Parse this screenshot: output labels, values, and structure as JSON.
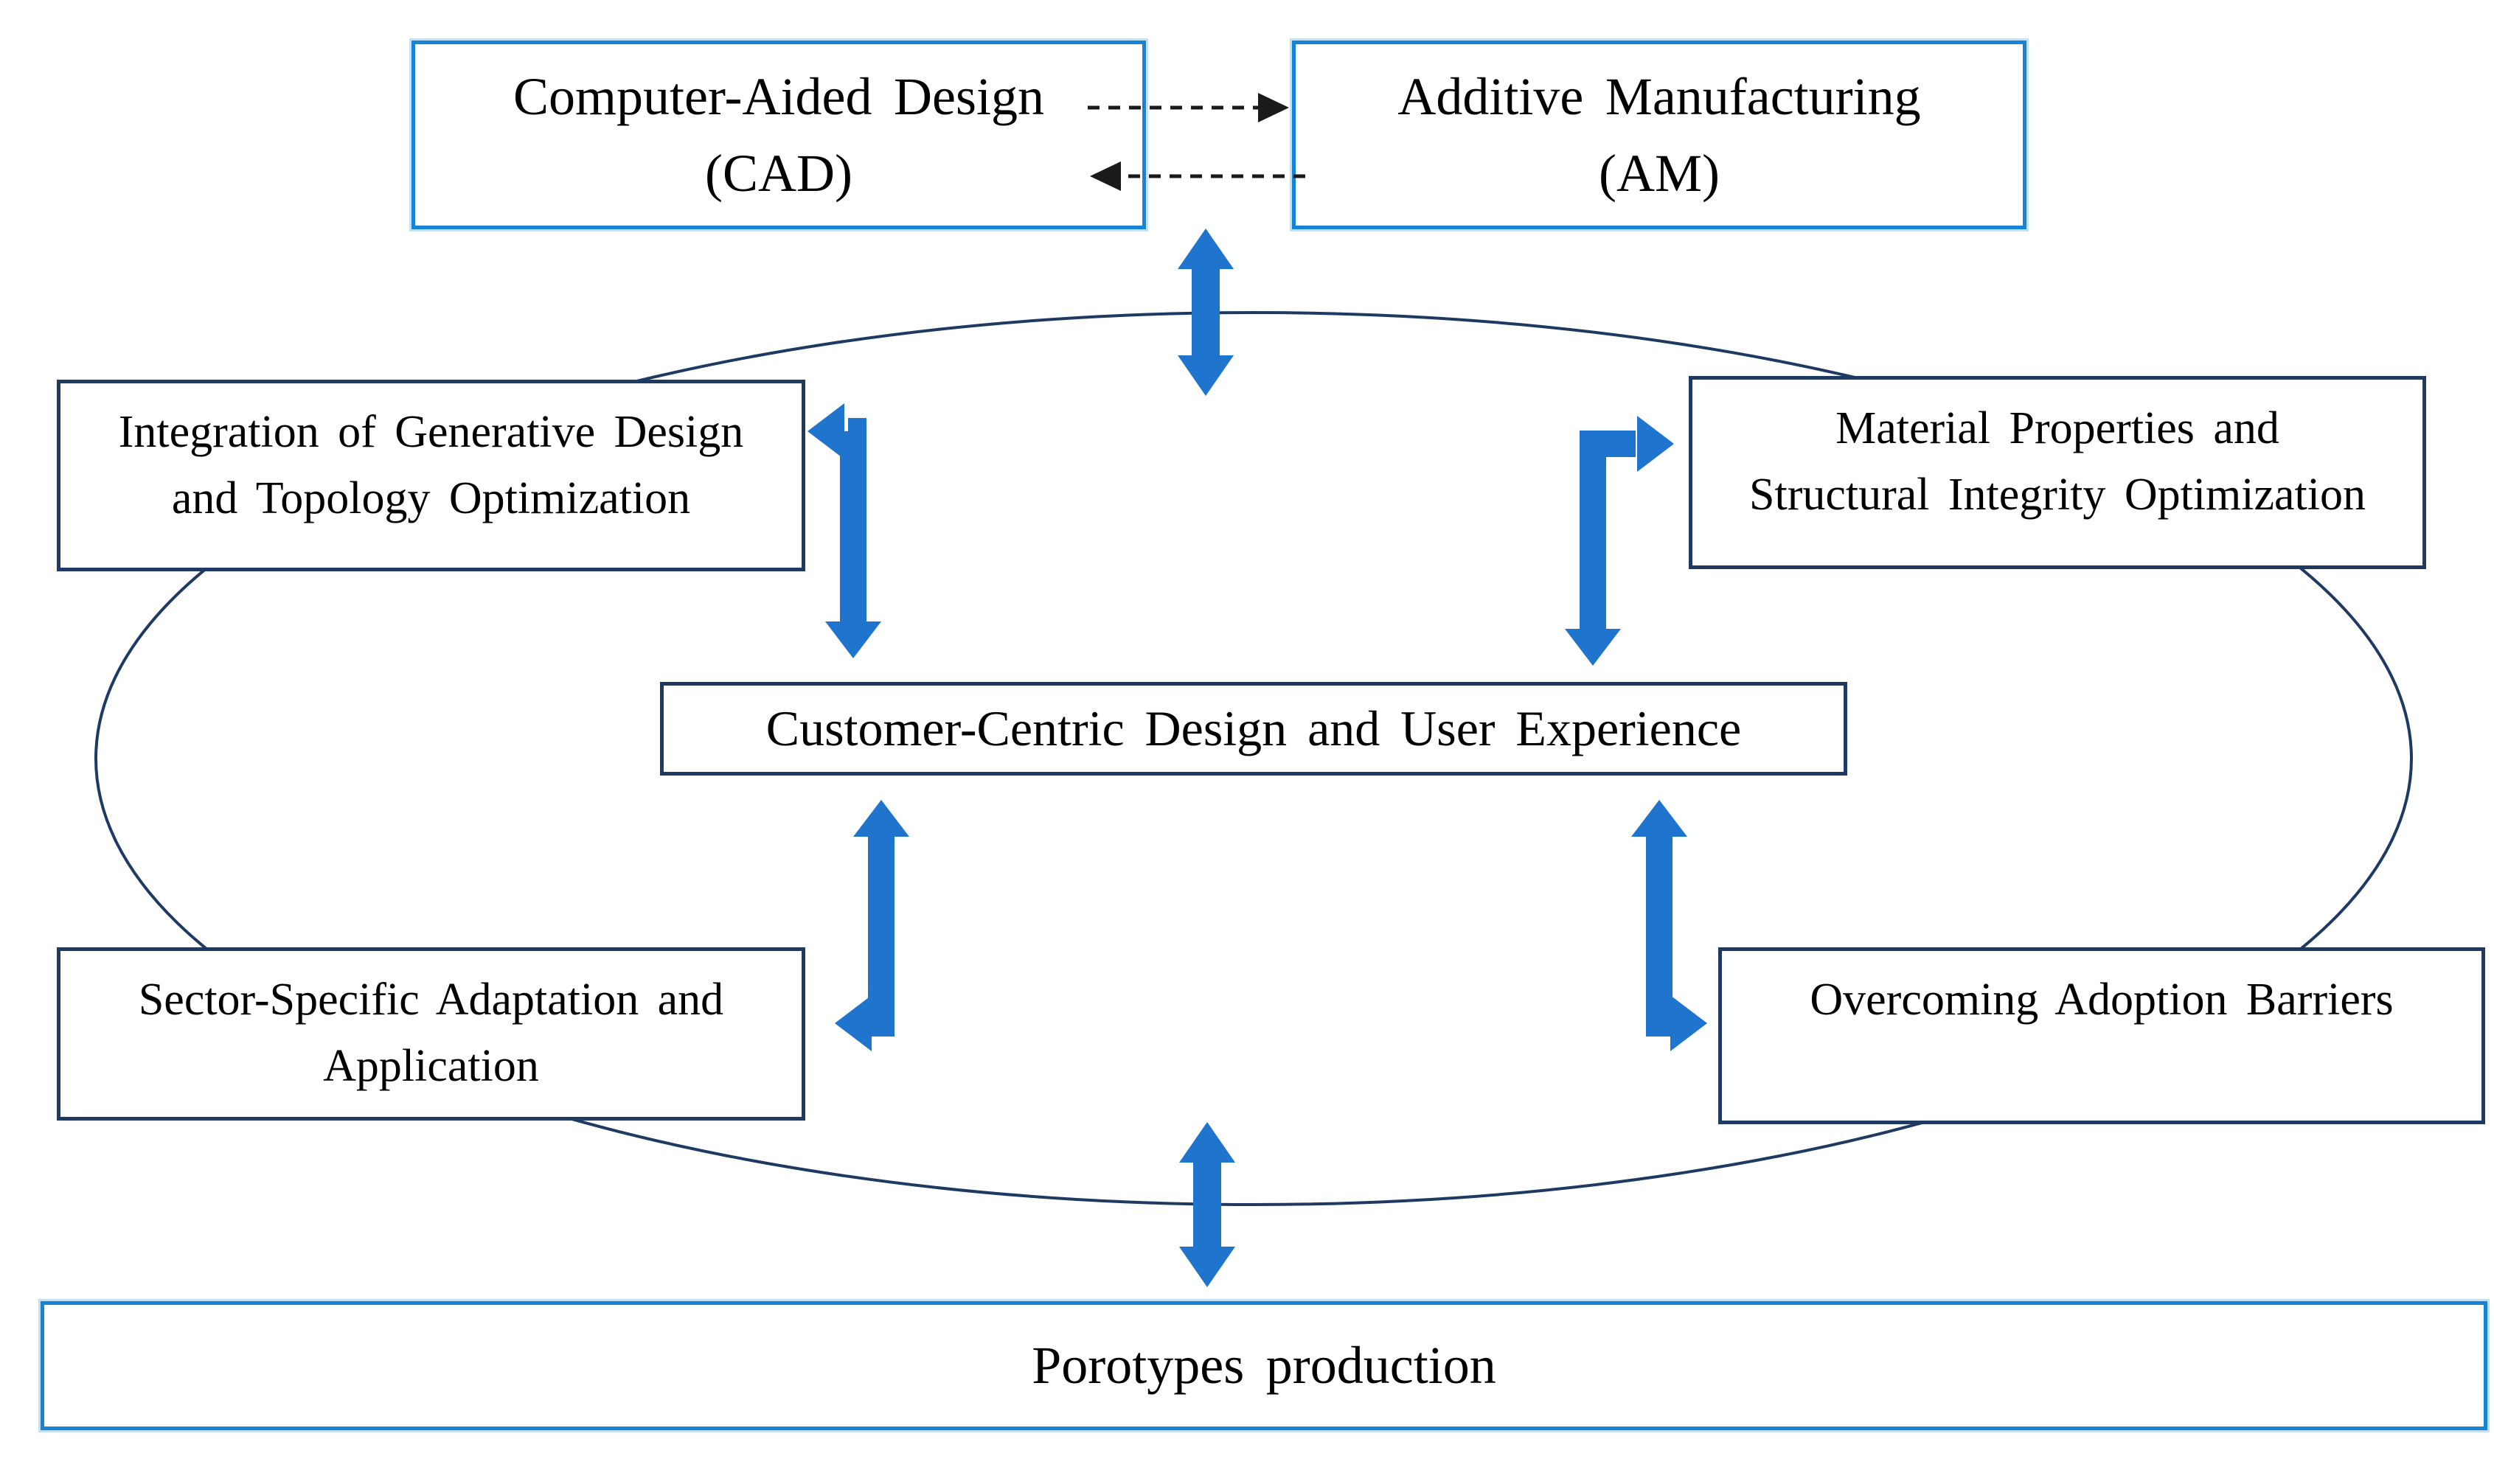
{
  "diagram": {
    "description": "Flow diagram linking CAD and AM to design-optimization themes and prototype production",
    "colors": {
      "arrow_blue": "#1f74ce",
      "navy_outline": "#1e3a63",
      "bright_blue_outline": "#1583d6",
      "dashed_arrow_black": "#1a1a1a",
      "background": "#ffffff",
      "text": "#000000"
    },
    "nodes": {
      "cad": {
        "label": "Computer-Aided Design\n(CAD)"
      },
      "am": {
        "label": "Additive Manufacturing\n(AM)"
      },
      "integration": {
        "label": "Integration of Generative Design\nand Topology Optimization"
      },
      "material": {
        "label": "Material Properties and\nStructural Integrity Optimization"
      },
      "customer": {
        "label": "Customer-Centric Design and User Experience"
      },
      "sector": {
        "label": "Sector-Specific Adaptation and\nApplication"
      },
      "barriers": {
        "label": "Overcoming Adoption Barriers"
      },
      "prototypes": {
        "label": "Porotypes production"
      }
    },
    "connections": [
      {
        "from": "cad",
        "to": "am",
        "style": "dashed-arrow-right"
      },
      {
        "from": "am",
        "to": "cad",
        "style": "dashed-arrow-left"
      },
      {
        "from": "cad-am",
        "to": "ellipse-cycle",
        "style": "thick-double-arrow-vertical"
      },
      {
        "from": "customer",
        "to": "integration",
        "style": "blue-elbow-double-arrow"
      },
      {
        "from": "customer",
        "to": "material",
        "style": "blue-elbow-double-arrow"
      },
      {
        "from": "customer",
        "to": "sector",
        "style": "blue-elbow-double-arrow"
      },
      {
        "from": "customer",
        "to": "barriers",
        "style": "blue-elbow-double-arrow"
      },
      {
        "from": "ellipse-cycle",
        "to": "prototypes",
        "style": "thick-double-arrow-vertical"
      }
    ]
  }
}
